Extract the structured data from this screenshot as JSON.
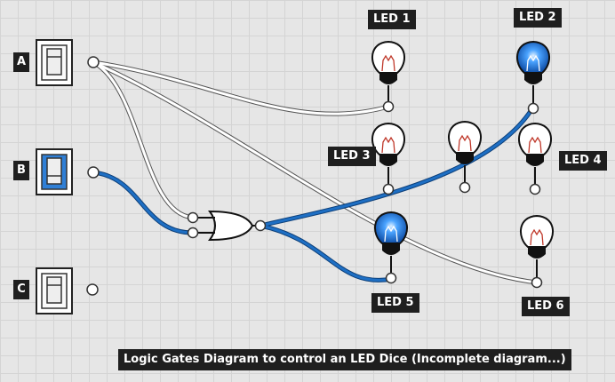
{
  "switches": [
    {
      "label": "A",
      "state": "off"
    },
    {
      "label": "B",
      "state": "on"
    },
    {
      "label": "C",
      "state": "off"
    }
  ],
  "leds": [
    {
      "label": "LED 1",
      "lit": false
    },
    {
      "label": "LED 2",
      "lit": true
    },
    {
      "label": "LED 3",
      "lit": false
    },
    {
      "label": "LED 4",
      "lit": false
    },
    {
      "label": "LED 5",
      "lit": true
    },
    {
      "label": "LED 6",
      "lit": false
    }
  ],
  "gate": {
    "type": "OR"
  },
  "caption": "Logic Gates Diagram to control an LED Dice (Incomplete diagram...)",
  "colors": {
    "active_wire": "#1e6fc4",
    "inactive_wire": "#ffffff",
    "lit_bulb": "#2f86e6",
    "label_bg": "#1f1f1f",
    "background": "#e6e6e6"
  }
}
